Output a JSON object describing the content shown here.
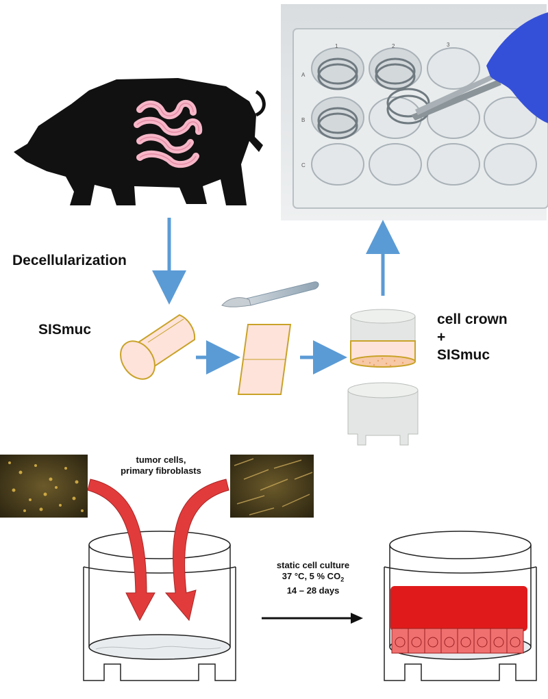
{
  "labels": {
    "decellularization": "Decellularization",
    "sismuc": "SISmuc",
    "cell_crown_line1": "cell crown",
    "cell_crown_plus": "+",
    "cell_crown_line2": "SISmuc",
    "cells_line1": "tumor cells,",
    "cells_line2": "primary fibroblasts",
    "culture_line1": "static cell culture",
    "culture_line2_a": "37 °C, 5 % CO",
    "culture_line2_sub": "2",
    "culture_line3": "14 – 28  days"
  },
  "photo_plate": {
    "column_labels": [
      "1",
      "2",
      "3"
    ],
    "row_labels": [
      "A",
      "B",
      "C"
    ]
  },
  "colors": {
    "arrow_blue": "#5b9bd5",
    "sismuc_fill": "#fde3da",
    "sismuc_stroke": "#c9a227",
    "pig": "#111111",
    "intestine": "#f6b6c8",
    "flow_red": "#e23b3b",
    "tissue_red": "#e01a1a",
    "cell_pink": "#f07070",
    "crown_gray": "#e3e6e4"
  }
}
